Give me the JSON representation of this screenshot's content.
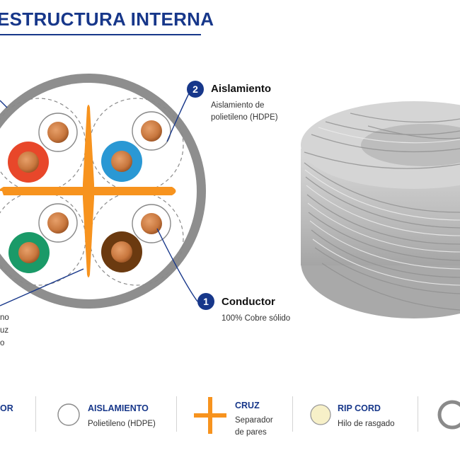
{
  "title": "ESTRUCTURA INTERNA",
  "callouts": [
    {
      "number": "2",
      "title": "Aislamiento",
      "desc": [
        "Aislamiento de",
        "polietileno (HDPE)"
      ]
    },
    {
      "number": "1",
      "title": "Conductor",
      "desc": [
        "100% Cobre sólido"
      ]
    }
  ],
  "left_fragments": [
    "no",
    "uz",
    "o"
  ],
  "legend": {
    "items": [
      {
        "title": "OR",
        "desc": []
      },
      {
        "title": "AISLAMIENTO",
        "desc": [
          "Polietileno (HDPE)"
        ]
      },
      {
        "title": "CRUZ",
        "desc": [
          "Separador",
          "de pares"
        ]
      },
      {
        "title": "RIP CORD",
        "desc": [
          "Hilo de rasgado"
        ]
      }
    ]
  },
  "colors": {
    "brand_blue": "#17378a",
    "separator_orange": "#f7931e",
    "copper": "#c8773e",
    "wire_orange": "#e8472a",
    "wire_blue": "#2a98d4",
    "wire_green": "#1a9a68",
    "wire_brown": "#6b3a10",
    "jacket_gray": "#9a9a9a",
    "rip_cord": "#f7f0c8"
  },
  "icons": [
    "badge-2-icon",
    "badge-1-icon",
    "cable-spool-image",
    "insulation-circle-icon",
    "cross-separator-icon",
    "rip-cord-icon",
    "jacket-ring-icon"
  ]
}
